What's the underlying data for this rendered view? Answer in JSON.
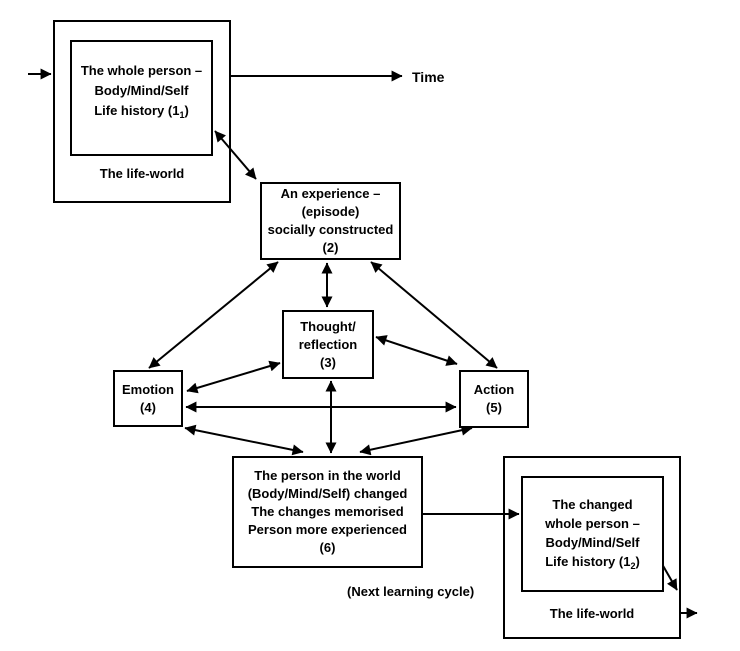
{
  "colors": {
    "ink": "#000000",
    "background": "#ffffff"
  },
  "labels": {
    "time": "Time",
    "next_cycle": "(Next learning cycle)",
    "life_world_top": "The life-world",
    "life_world_bottom": "The life-world"
  },
  "boxes": {
    "whole_person": {
      "line1": "The whole person –",
      "line2": "Body/Mind/Self",
      "life_history": {
        "pre": "Life history (1",
        "sub": "1",
        "post": ")"
      }
    },
    "experience": {
      "line1": "An experience –",
      "line2": "(episode)",
      "line3": "socially constructed",
      "line4": "(2)"
    },
    "thought": {
      "line1": "Thought/",
      "line2": "reflection",
      "line3": "(3)"
    },
    "emotion": {
      "line1": "Emotion",
      "line2": "(4)"
    },
    "action": {
      "line1": "Action",
      "line2": "(5)"
    },
    "person_in_world": {
      "line1": "The person in the world",
      "line2": "(Body/Mind/Self) changed",
      "line3": "The changes memorised",
      "line4": "Person more experienced",
      "line5": "(6)"
    },
    "changed_person": {
      "line1": "The changed",
      "line2": "whole person –",
      "line3": "Body/Mind/Self",
      "life_history": {
        "pre": "Life history (1",
        "sub": "2",
        "post": ")"
      }
    }
  }
}
